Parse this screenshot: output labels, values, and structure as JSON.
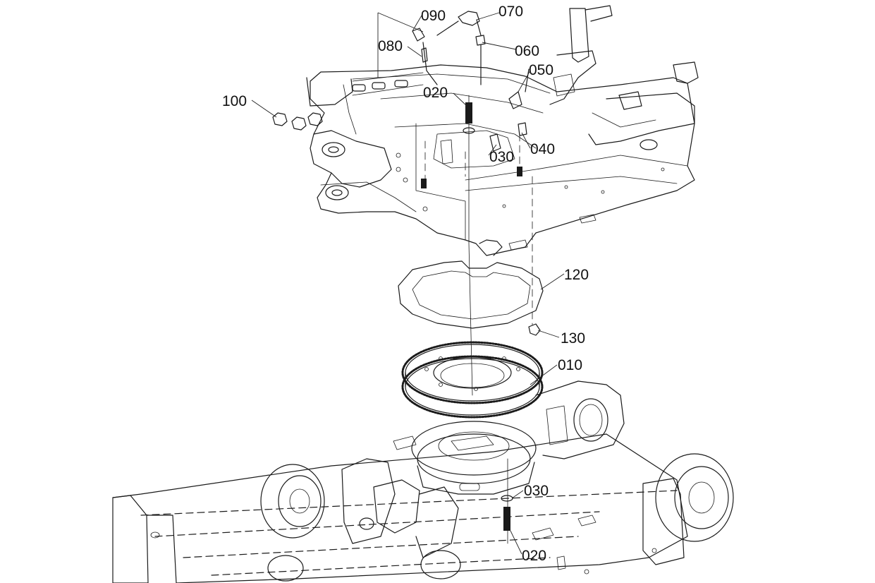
{
  "callouts": {
    "c090": "090",
    "c070": "070",
    "c080": "080",
    "c060": "060",
    "c050": "050",
    "c100": "100",
    "c020_top": "020",
    "c030_top": "030",
    "c040": "040",
    "c120": "120",
    "c130": "130",
    "c010": "010",
    "c030_bottom": "030",
    "c020_bottom": "020"
  }
}
